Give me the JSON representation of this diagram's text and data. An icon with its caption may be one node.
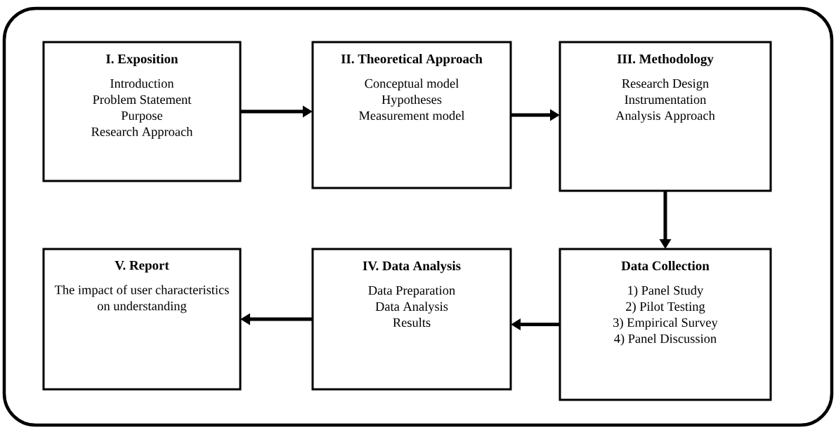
{
  "diagram": {
    "nodes": [
      {
        "text": [
          "I. Exposition",
          "Introduction",
          "Problem Statement",
          "Purpose",
          "Research Approach"
        ]
      },
      {
        "text": [
          "II. Theoretical Approach",
          "Conceptual model",
          "Hypotheses",
          "Measurement model"
        ]
      },
      {
        "text": [
          "III. Methodology",
          "Research Design",
          "Instrumentation",
          "Analysis Approach"
        ]
      },
      {
        "text": [
          "V. Report",
          "The impact of user characteristics on understanding"
        ]
      },
      {
        "text": [
          "IV. Data Analysis",
          "Data Preparation",
          "Data Analysis",
          "Results"
        ]
      },
      {
        "text": [
          "Data Collection",
          "1) Panel Study",
          "2) Pilot Testing",
          "3) Empirical Survey",
          "4) Panel Discussion"
        ]
      }
    ],
    "edges": [
      {
        "from": 0,
        "to": 1,
        "arrow": "to"
      },
      {
        "from": 1,
        "to": 2,
        "arrow": "to"
      },
      {
        "from": 2,
        "to": 5,
        "arrow": "to"
      },
      {
        "from": 5,
        "to": 4,
        "arrow": "to"
      },
      {
        "from": 4,
        "to": 3,
        "arrow": "to"
      }
    ]
  }
}
